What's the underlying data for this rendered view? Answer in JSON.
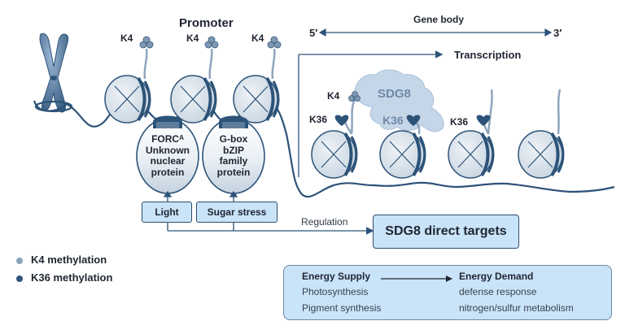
{
  "header": {
    "promoter": "Promoter",
    "gene_body": "Gene body",
    "five_prime": "5′",
    "three_prime": "3′",
    "transcription": "Transcription"
  },
  "marks": {
    "k4": "K4",
    "k36": "K36",
    "sdg8": "SDG8"
  },
  "factors": {
    "forc": {
      "l1": "FORCᴬ",
      "l2": "Unknown",
      "l3": "nuclear",
      "l4": "protein"
    },
    "gbox": {
      "l1": "G-box",
      "l2": "bZIP",
      "l3": "family",
      "l4": "protein"
    }
  },
  "signals": {
    "light": "Light",
    "sugar": "Sugar stress",
    "regulation": "Regulation",
    "targets": "SDG8 direct targets"
  },
  "legend": {
    "k4": "K4 methylation",
    "k36": "K36 methylation",
    "k4_color": "#8aa3bd",
    "k36_color": "#2c5378"
  },
  "energy": {
    "supply": "Energy Supply",
    "demand": "Energy Demand",
    "supply_items": [
      "Photosynthesis",
      "Pigment synthesis"
    ],
    "demand_items": [
      "defense response",
      "nitrogen/sulfur metabolism"
    ]
  },
  "colors": {
    "dna": "#2c5378",
    "nucleosome_fill": "#dfe7ef",
    "box_fill": "#c9e3f8",
    "sdg8_blob": "#c5d6e9"
  }
}
